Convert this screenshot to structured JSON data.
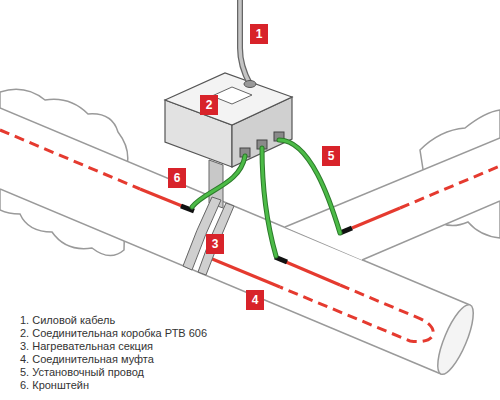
{
  "diagram": {
    "labels": [
      "1",
      "2",
      "5",
      "6",
      "3",
      "4",
      "1. Силовой кабель",
      "2. Соединительная коробка РТВ 606",
      "3. Нагревательная секция",
      "4. Соединительная муфта",
      "5. Установочный провод",
      "6. Кронштейн"
    ]
  }
}
